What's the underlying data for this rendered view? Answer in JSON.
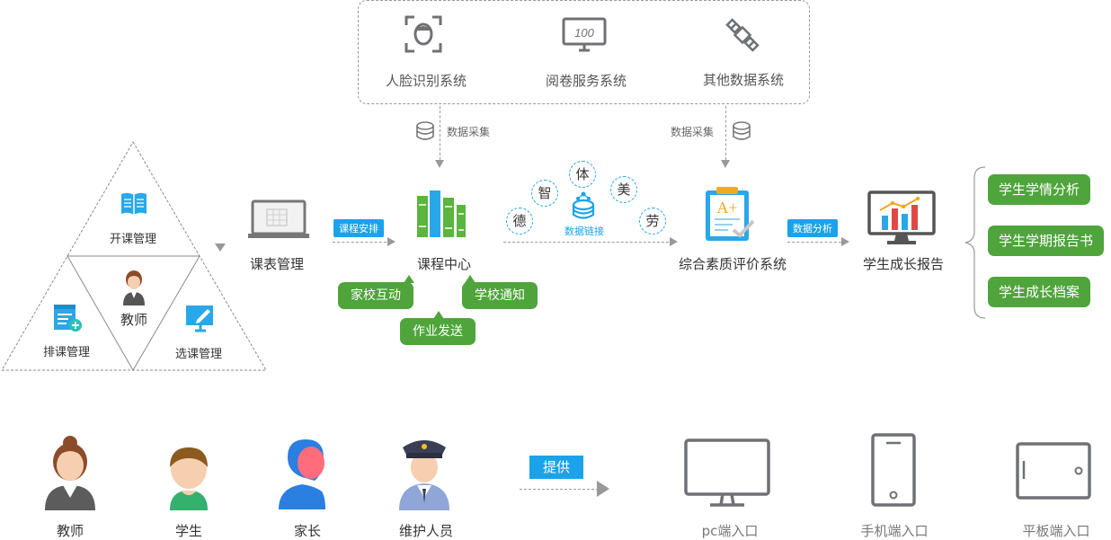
{
  "systems": [
    {
      "label": "人脸识别系统",
      "icon": "face-scan-icon"
    },
    {
      "label": "阅卷服务系统",
      "icon": "grading-monitor-icon"
    },
    {
      "label": "其他数据系统",
      "icon": "satellite-icon"
    }
  ],
  "grading_score": "100",
  "data_collect_left": "数据采集",
  "data_collect_right": "数据采集",
  "triangle": {
    "top": "开课管理",
    "center": "教师",
    "left": "排课管理",
    "right": "选课管理"
  },
  "schedule_label": "课表管理",
  "tag_schedule": "课程安排",
  "course_center": "课程中心",
  "course_pills": {
    "home_school": "家校互动",
    "notice": "学校通知",
    "homework": "作业发送"
  },
  "virtues": {
    "de": "德",
    "zhi": "智",
    "ti": "体",
    "mei": "美",
    "lao": "劳"
  },
  "data_link": "数据链接",
  "evaluation": "综合素质评价系统",
  "eval_icon_text": "A+",
  "tag_analysis": "数据分析",
  "growth_report": "学生成长报告",
  "report_items": [
    "学生学情分析",
    "学生学期报告书",
    "学生成长档案"
  ],
  "users": [
    "教师",
    "学生",
    "家长",
    "维护人员"
  ],
  "provide": "提供",
  "devices": [
    "pc端入口",
    "手机端入口",
    "平板端入口"
  ],
  "colors": {
    "blue": "#1aa3ea",
    "green": "#4fa43c",
    "gray_icon": "#6f7174"
  }
}
